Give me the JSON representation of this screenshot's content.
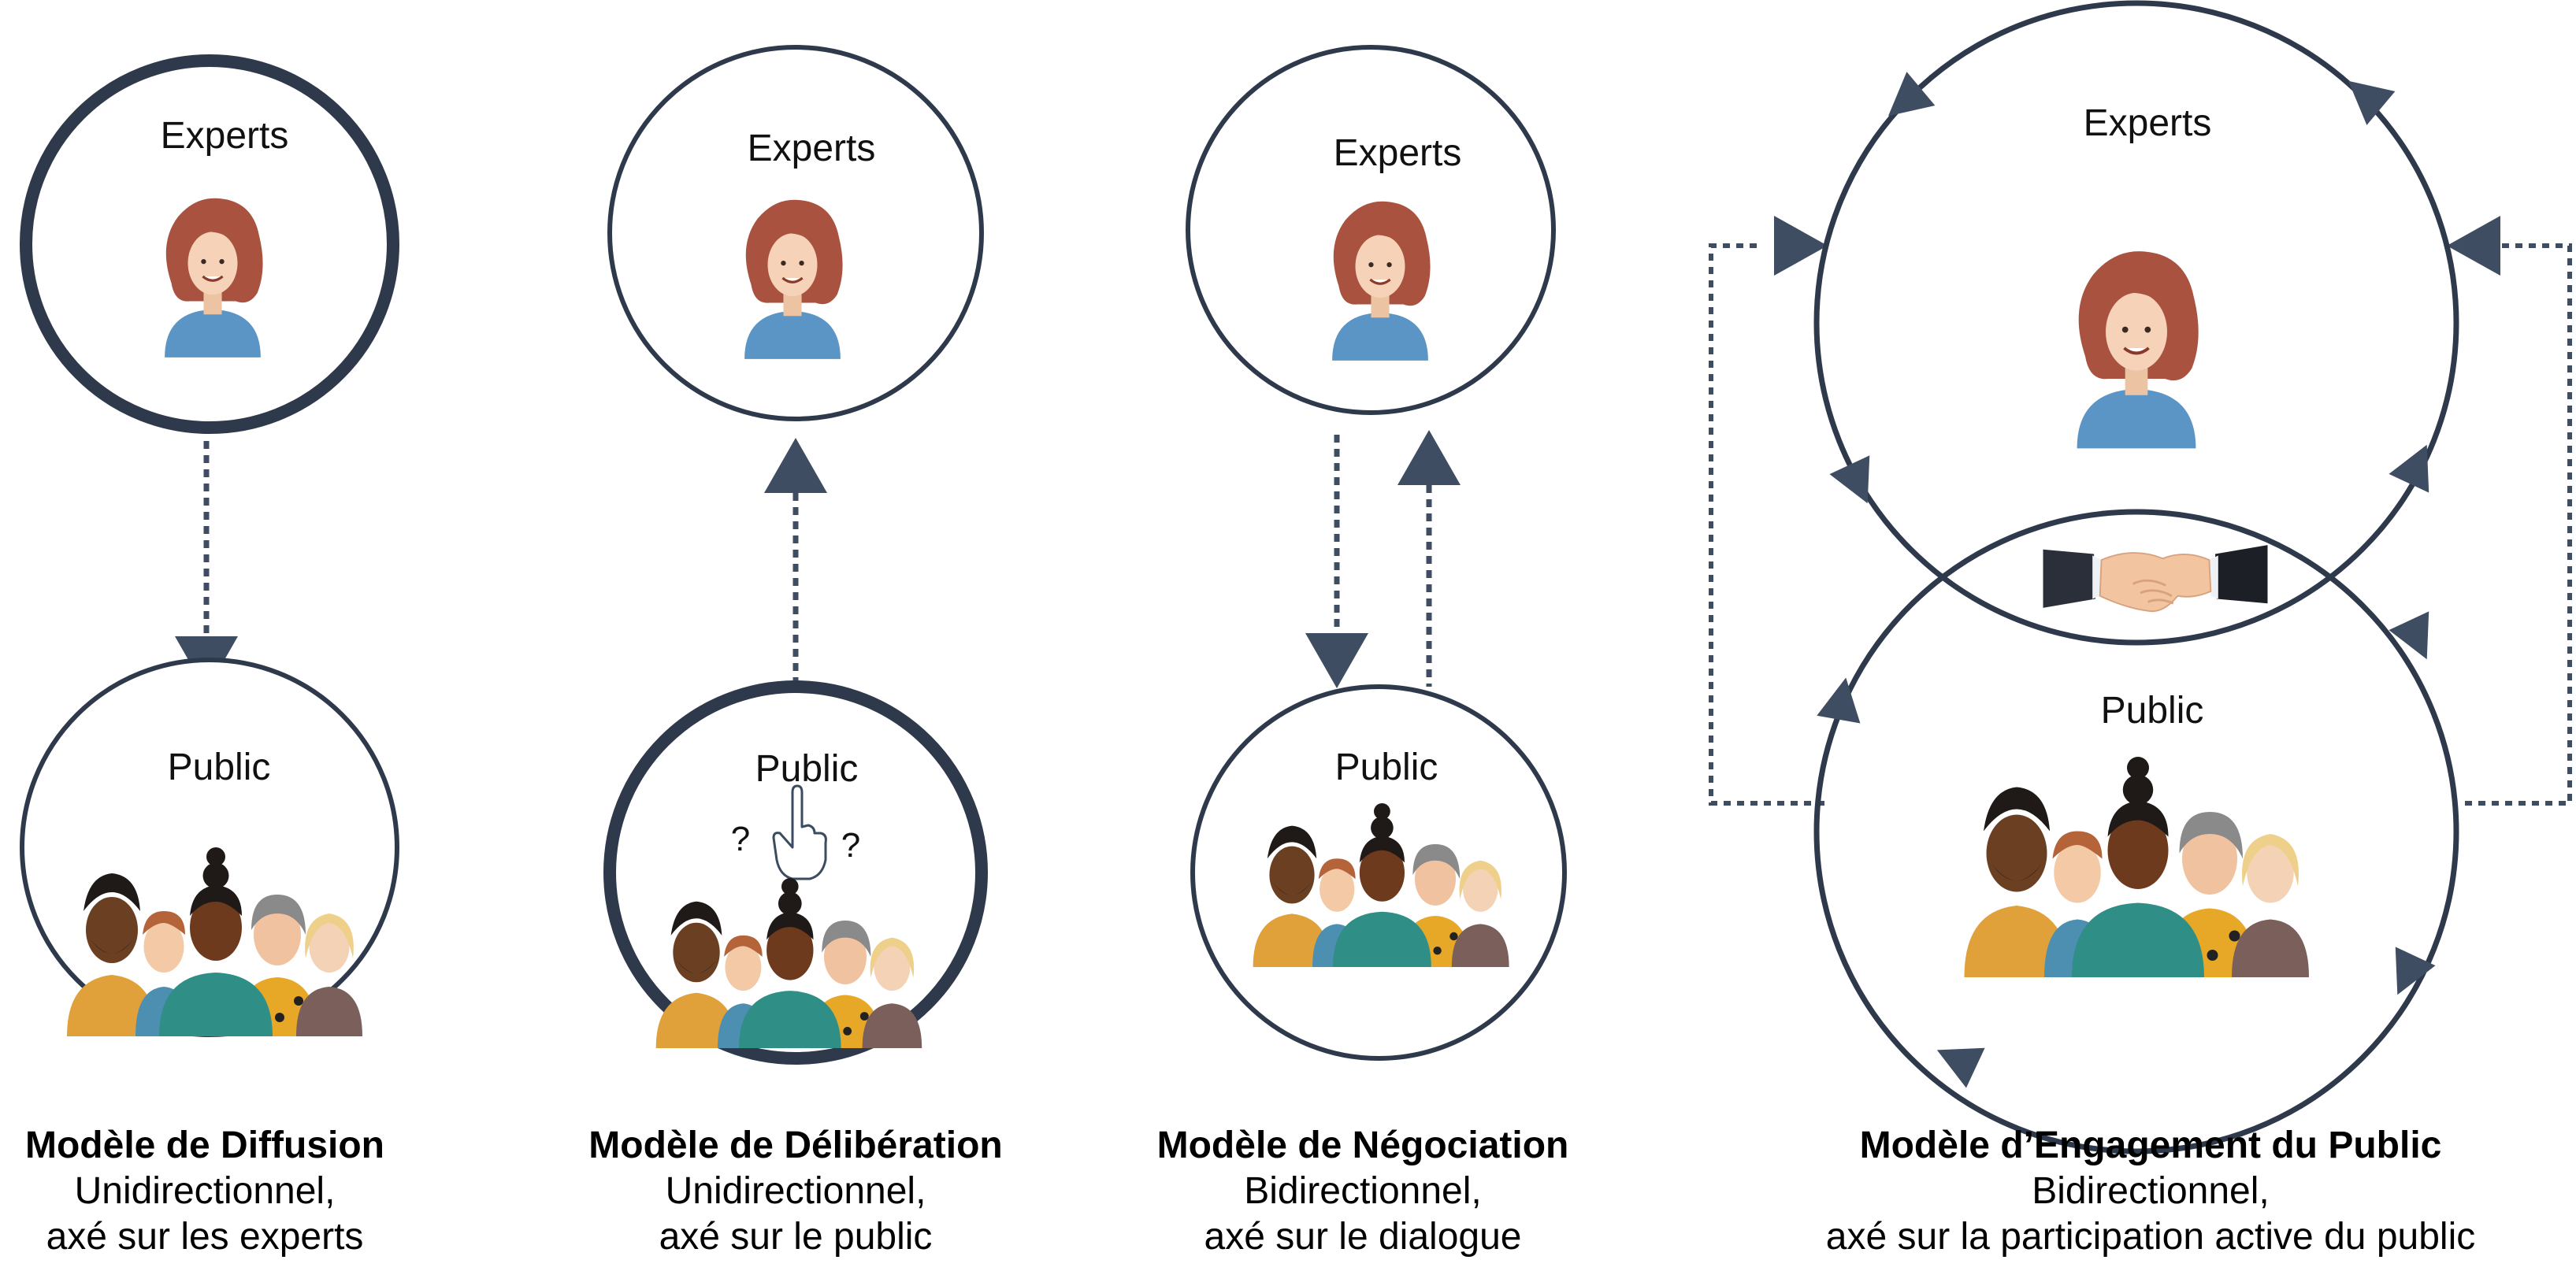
{
  "labels": {
    "experts": "Experts",
    "public": "Public"
  },
  "models": [
    {
      "title": "Modèle de Diffusion",
      "line1": "Unidirectionnel,",
      "line2": "axé sur les experts"
    },
    {
      "title": "Modèle de Délibération",
      "line1": "Unidirectionnel,",
      "line2": "axé sur le public"
    },
    {
      "title": "Modèle de Négociation",
      "line1": "Bidirectionnel,",
      "line2": "axé sur le dialogue"
    },
    {
      "title": "Modèle d’Engagement du Public",
      "line1": "Bidirectionnel,",
      "line2": "axé sur la participation active du public"
    }
  ],
  "glyphs": {
    "question": "?"
  },
  "icons": [
    "expert-avatar-icon",
    "crowd-icon",
    "pointing-hand-icon",
    "handshake-icon",
    "arrow-icon"
  ],
  "colors": {
    "stroke": "#2e3a4c",
    "arrow": "#3f4d63",
    "hair": "#a9523f",
    "skin": "#f6d3b8",
    "shirt": "#5b95c6"
  }
}
